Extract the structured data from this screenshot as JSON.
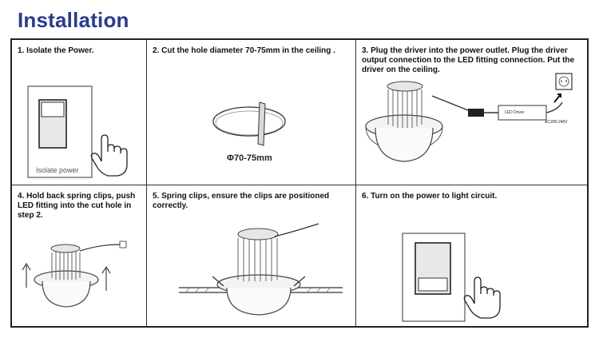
{
  "page": {
    "title": "Installation"
  },
  "steps": [
    {
      "text": "1. Isolate the Power.",
      "caption": "Isolate power"
    },
    {
      "text": "2. Cut the hole diameter 70-75mm in the ceiling .",
      "caption": "Φ70-75mm"
    },
    {
      "text": "3. Plug the driver into the power outlet. Plug the driver output connection to the LED fitting connection. Put the driver on the ceiling.",
      "driver_label": "LED Driver",
      "voltage_label": "AC200-240V"
    },
    {
      "text": "4. Hold back spring clips, push LED fitting into the cut hole in step 2."
    },
    {
      "text": "5. Spring clips, ensure the clips are positioned correctly."
    },
    {
      "text": "6. Turn on the power to light circuit."
    }
  ],
  "colors": {
    "title": "#2a3a8c",
    "border": "#222222"
  },
  "icons": [
    "wall-switch-icon",
    "pointing-hand-icon",
    "ceiling-hole-icon",
    "downlight-icon",
    "led-driver-icon",
    "power-outlet-icon",
    "up-arrow-icon"
  ]
}
